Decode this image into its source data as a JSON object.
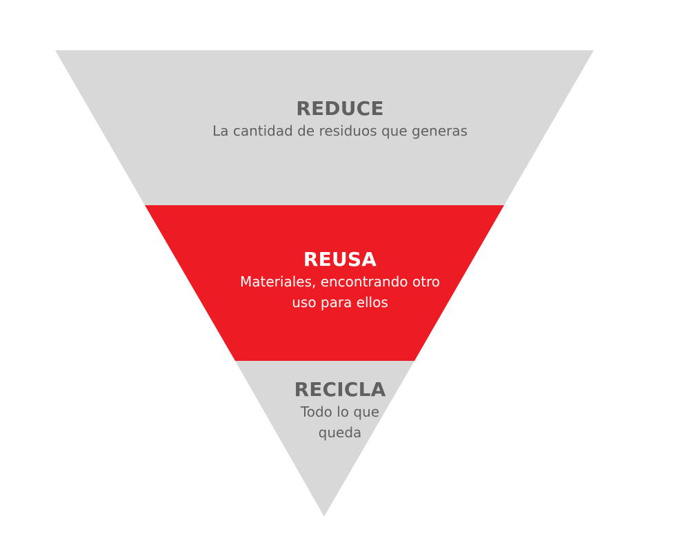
{
  "colors": {
    "gray_tier": "#d8d8d8",
    "red_tier": "#ed1c24",
    "gray_text": "#606060",
    "white_text": "#ffffff"
  },
  "tiers": [
    {
      "title": "REDUCE",
      "description": "La cantidad de residuos que generas"
    },
    {
      "title": "REUSA",
      "description": "Materiales, encontrando otro\nuso para ellos"
    },
    {
      "title": "RECICLA",
      "description": "Todo lo que\nqueda"
    }
  ]
}
